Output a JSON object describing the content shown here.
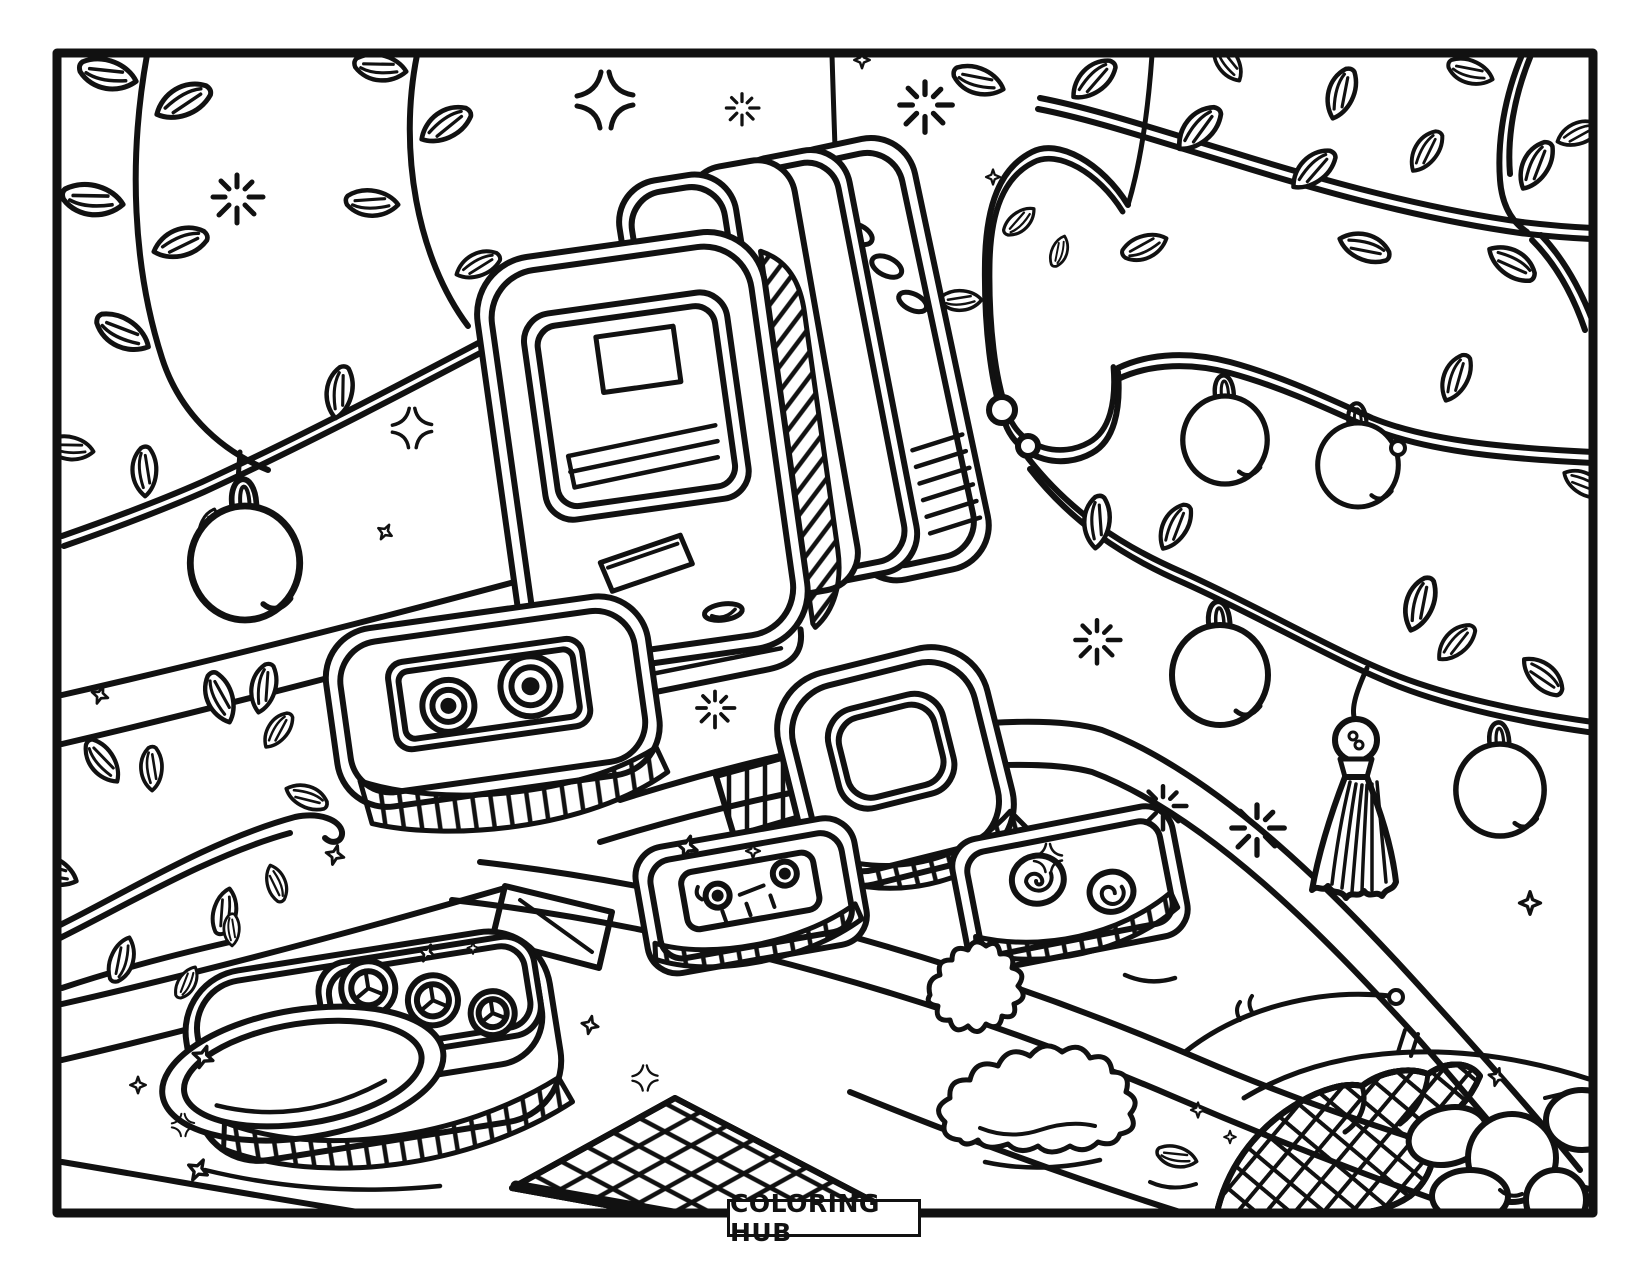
{
  "footer": {
    "label": "COLORING HUB"
  },
  "palette": {
    "ink": "#111111",
    "paper": "#ffffff"
  },
  "scene": {
    "type": "coloring-book line art, black outlines on white",
    "objects": [
      "outer rectangular frame border",
      "leafy vines top-left and top-right with hanging round apples",
      "string with loop and bulbs, tassel ornament hanging right side",
      "rack of vertical slabs holding a classic Macintosh-style computer with screen and floppy slot",
      "large cassette tape with two reels on left shelf",
      "toast-shaped frame with square hole on middle plank",
      "small cassette tape on lower plank",
      "flat cassette with spiral reels on right plank",
      "box with oval tray and three knobs bottom-left",
      "checkered grid mat bottom-center",
      "plaid cloth bundle and pebbles bottom-right",
      "cloud and flower doodles, sparkles and stars scattered"
    ]
  }
}
